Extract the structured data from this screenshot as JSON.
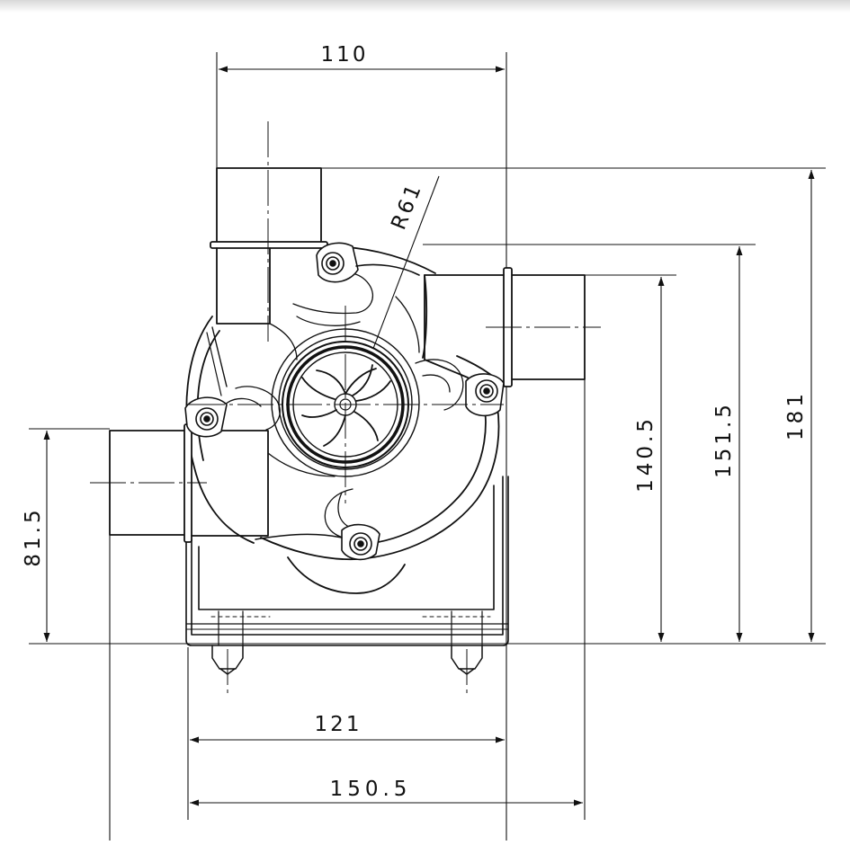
{
  "drawing": {
    "dimensions": {
      "top_width": "110",
      "radius": "R61",
      "left_height": "81.5",
      "right_height_1": "140.5",
      "right_height_2": "151.5",
      "right_height_3": "181",
      "bottom_width_1": "121",
      "bottom_width_2": "150.5"
    }
  }
}
